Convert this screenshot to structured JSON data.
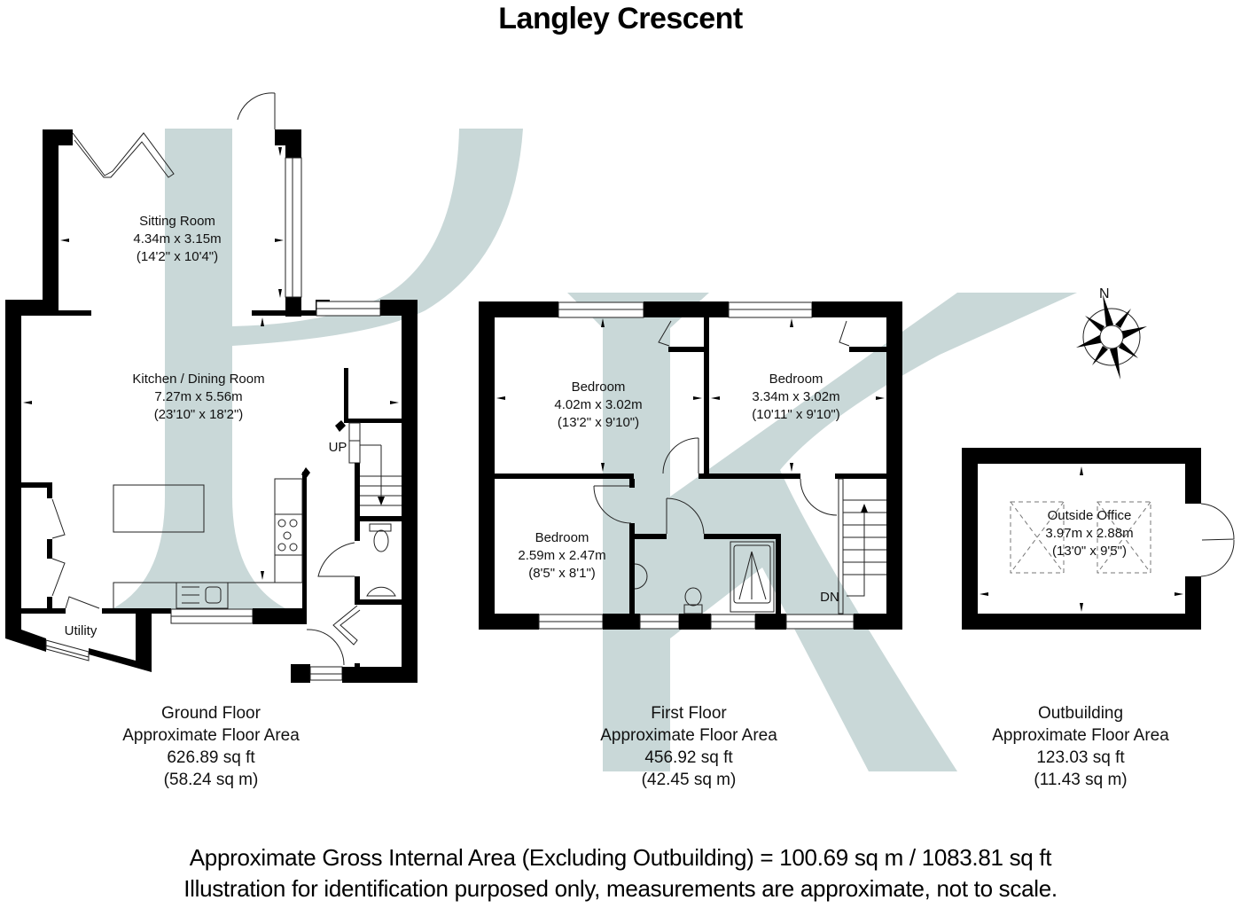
{
  "title": "Langley Crescent",
  "watermark": {
    "letters": "HK",
    "color": "#c9d8d8"
  },
  "ground_floor": {
    "rooms": [
      {
        "name": "Sitting Room",
        "metric": "4.34m x 3.15m",
        "imperial": "(14'2\" x 10'4\")"
      },
      {
        "name": "Kitchen / Dining Room",
        "metric": "7.27m x 5.56m",
        "imperial": "(23'10\" x 18'2\")"
      },
      {
        "name": "Utility"
      }
    ],
    "stairs_label": "UP",
    "summary": {
      "name": "Ground Floor",
      "caption": "Approximate Floor Area",
      "sqft": "626.89 sq ft",
      "sqm": "(58.24 sq m)"
    }
  },
  "first_floor": {
    "rooms": [
      {
        "name": "Bedroom",
        "metric": "4.02m x 3.02m",
        "imperial": "(13'2\" x 9'10\")"
      },
      {
        "name": "Bedroom",
        "metric": "3.34m x 3.02m",
        "imperial": "(10'11\" x 9'10\")"
      },
      {
        "name": "Bedroom",
        "metric": "2.59m x 2.47m",
        "imperial": "(8'5\" x 8'1\")"
      }
    ],
    "stairs_label": "DN",
    "summary": {
      "name": "First Floor",
      "caption": "Approximate Floor Area",
      "sqft": "456.92 sq ft",
      "sqm": "(42.45 sq m)"
    }
  },
  "outbuilding": {
    "rooms": [
      {
        "name": "Outside Office",
        "metric": "3.97m x 2.88m",
        "imperial": "(13'0\" x 9'5\")"
      }
    ],
    "summary": {
      "name": "Outbuilding",
      "caption": "Approximate Floor Area",
      "sqft": "123.03 sq ft",
      "sqm": "(11.43 sq m)"
    }
  },
  "compass": {
    "label": "N"
  },
  "footer": {
    "gross_area": "Approximate Gross Internal Area (Excluding Outbuilding) = 100.69 sq m / 1083.81 sq ft",
    "disclaimer": "Illustration for identification purposed only, measurements are approximate, not to scale."
  }
}
